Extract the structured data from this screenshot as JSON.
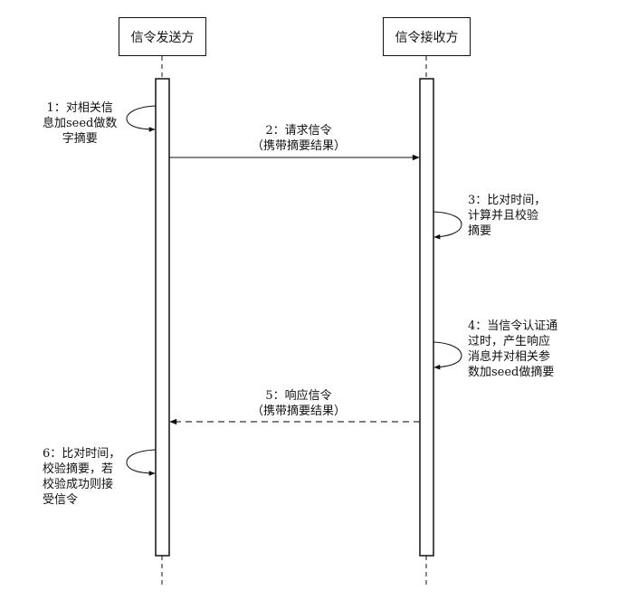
{
  "participants": {
    "sender": "信令发送方",
    "receiver": "信令接收方"
  },
  "messages": {
    "request": {
      "line1": "2：请求信令",
      "line2": "（携带摘要结果）"
    },
    "response": {
      "line1": "5：响应信令",
      "line2": "（携带摘要结果）"
    }
  },
  "notes": {
    "step1": [
      "1：对相关信",
      "息加seed做数",
      "字摘要"
    ],
    "step3": [
      "3：比对时间，",
      "计算并且校验",
      "摘要"
    ],
    "step4": [
      "4：当信令认证通",
      "过时，产生响应",
      "消息并对相关参",
      "数加seed做摘要"
    ],
    "step6": [
      "6：比对时间，",
      "校验摘要，若",
      "校验成功则接",
      "受信令"
    ]
  }
}
